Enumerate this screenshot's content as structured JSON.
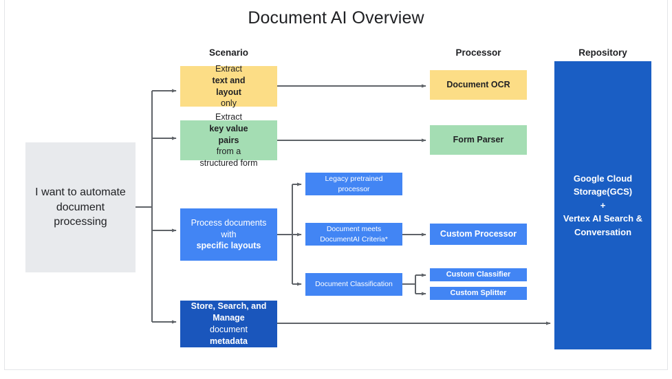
{
  "title": "Document AI Overview",
  "columns": {
    "scenario": "Scenario",
    "processor": "Processor",
    "repository": "Repository"
  },
  "colors": {
    "grey": "#e8eaed",
    "yellow": "#fcdd86",
    "green": "#a4ddb3",
    "blue": "#4285f4",
    "dark_blue": "#1a56bc",
    "repository": "#1a5ec4",
    "connector": "#5f6368",
    "text_dark": "#202124",
    "text_light": "#ffffff"
  },
  "intent": {
    "line1": "I want to automate",
    "line2": "document",
    "line3": "processing"
  },
  "scenarios": [
    {
      "id": "extract-text-layout",
      "color": "yellow",
      "line1_pre": "Extract ",
      "line1_bold": "text and",
      "line2_bold": "layout",
      "line2_post": " only"
    },
    {
      "id": "extract-key-value",
      "color": "green",
      "line1_pre": "Extract ",
      "line1_bold": "key value",
      "line2_bold": "pairs",
      "line2_post": " from a",
      "line3": "structured form"
    },
    {
      "id": "process-specific-layouts",
      "color": "blue",
      "line1": "Process documents",
      "line2_pre": "with ",
      "line2_bold": "specific layouts"
    },
    {
      "id": "store-search-manage",
      "color": "dark_blue",
      "line1_bold": "Store, Search, and",
      "line2_bold": "Manage",
      "line2_post": " document",
      "line3": "metadata"
    }
  ],
  "middle_nodes": [
    {
      "id": "legacy-pretrained",
      "line1": "Legacy pretrained",
      "line2": "processor"
    },
    {
      "id": "documentai-criteria",
      "line1": "Document meets",
      "line2": "DocumentAI Criteria*"
    },
    {
      "id": "document-classification",
      "line1": "Document Classification",
      "line2": ""
    }
  ],
  "processors": [
    {
      "id": "document-ocr",
      "label": "Document OCR",
      "color": "yellow"
    },
    {
      "id": "form-parser",
      "label": "Form Parser",
      "color": "green"
    },
    {
      "id": "custom-processor",
      "label": "Custom Processor",
      "color": "blue"
    },
    {
      "id": "custom-classifier",
      "label": "Custom Classifier",
      "color": "blue"
    },
    {
      "id": "custom-splitter",
      "label": "Custom Splitter",
      "color": "blue"
    }
  ],
  "repository": {
    "line1": "Google Cloud",
    "line2": "Storage(GCS)",
    "line3": "+",
    "line4": "Vertex AI Search &",
    "line5": "Conversation"
  }
}
